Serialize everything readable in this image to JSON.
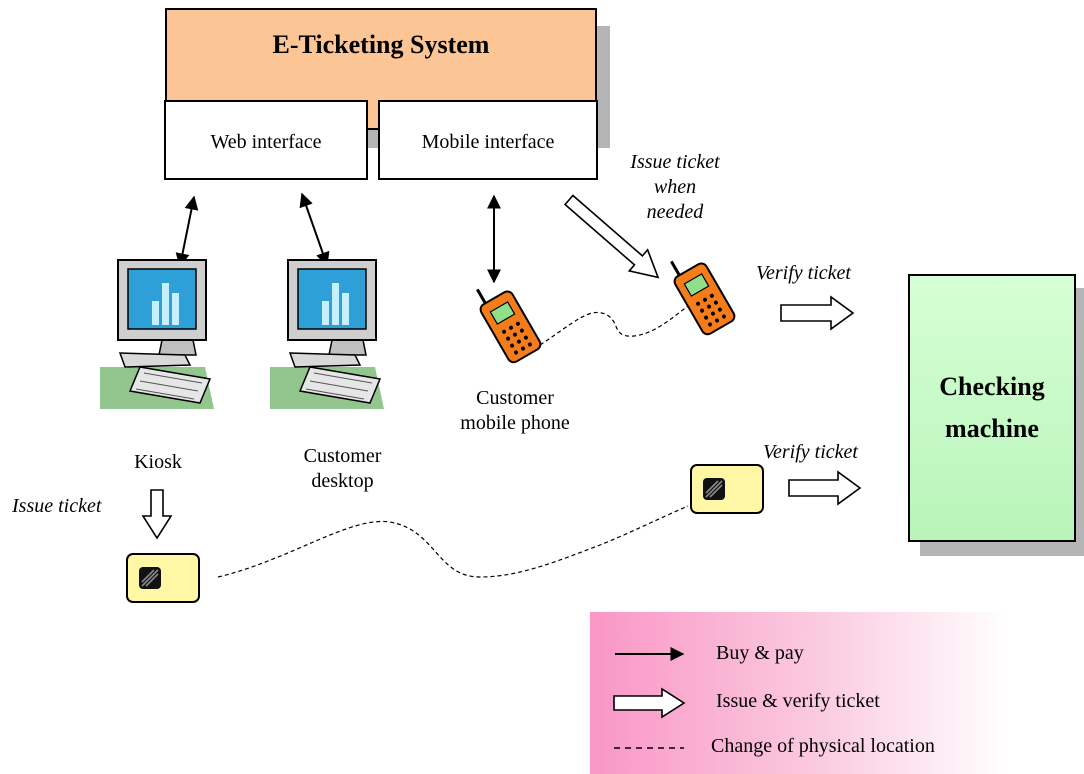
{
  "system": {
    "title": "E-Ticketing System",
    "web_interface": "Web interface",
    "mobile_interface": "Mobile interface"
  },
  "nodes": {
    "kiosk": "Kiosk",
    "customer_desktop_line1": "Customer",
    "customer_desktop_line2": "desktop",
    "customer_mobile_line1": "Customer",
    "customer_mobile_line2": "mobile phone",
    "checking_machine_line1": "Checking",
    "checking_machine_line2": "machine"
  },
  "annotations": {
    "issue_when_needed_line1": "Issue ticket",
    "issue_when_needed_line2": "when",
    "issue_when_needed_line3": "needed",
    "verify_ticket_phone": "Verify ticket",
    "verify_ticket_card": "Verify ticket",
    "issue_ticket_kiosk": "Issue ticket"
  },
  "legend": {
    "buy_pay": "Buy & pay",
    "issue_verify": "Issue & verify ticket",
    "change_location": "Change of physical location"
  },
  "colors": {
    "system_fill": "#fbc596",
    "checker_fill": "#c8f8c8",
    "card_fill": "#fff7a6",
    "legend_pink": "#f996c6",
    "phone_orange": "#f57c1a",
    "monitor_blue": "#2f9fd8"
  }
}
